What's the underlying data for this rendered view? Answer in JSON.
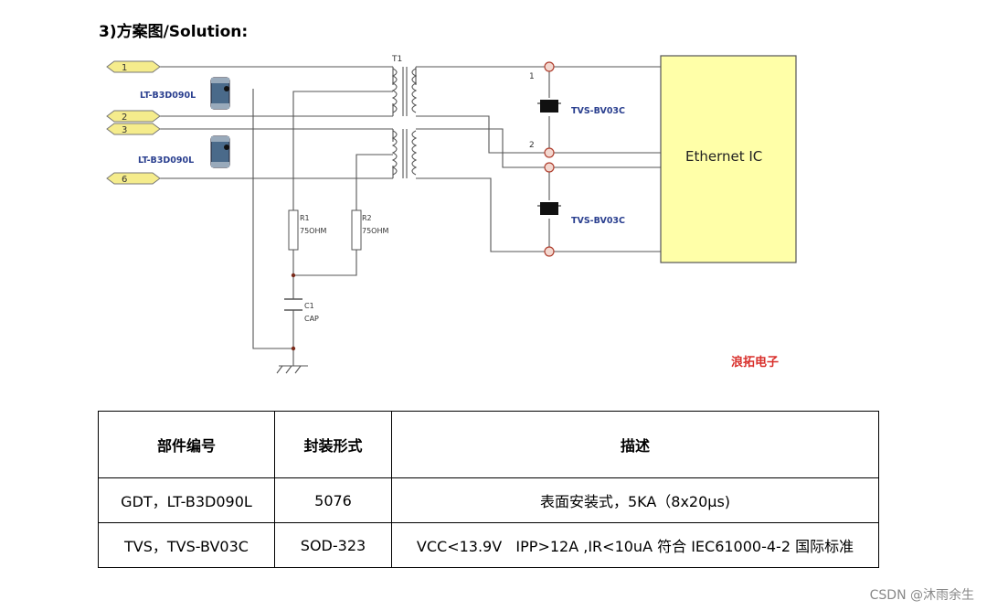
{
  "heading": "3)方案图/Solution:",
  "schematic": {
    "connectors": [
      "1",
      "2",
      "3",
      "6"
    ],
    "gdt_labels": [
      "LT-B3D090L",
      "LT-B3D090L"
    ],
    "transformer_label": "T1",
    "tvs_labels": [
      "TVS-BV03C",
      "TVS-BV03C"
    ],
    "pin_numbers": [
      "1",
      "2"
    ],
    "resistors": [
      {
        "name": "R1",
        "value": "75OHM"
      },
      {
        "name": "R2",
        "value": "75OHM"
      }
    ],
    "capacitor": {
      "name": "C1",
      "value": "CAP"
    },
    "ic_label": "Ethernet IC",
    "brand": "浪拓电子",
    "colors": {
      "ic_fill": "#ffffa8",
      "connector_fill": "#f5ec8c",
      "brand": "#d9302c",
      "tvs_label": "#2a3f8f",
      "wire": "#555555"
    }
  },
  "table": {
    "headers": [
      "部件编号",
      "封装形式",
      "描述"
    ],
    "rows": [
      [
        "GDT，LT-B3D090L",
        "5076",
        "表面安装式，5KA（8x20μs)"
      ],
      [
        "TVS，TVS-BV03C",
        "SOD-323",
        "VCC<13.9V   IPP>12A ,IR<10uA 符合 IEC61000-4-2 国际标准"
      ]
    ]
  },
  "watermark": "CSDN @沐雨余生"
}
